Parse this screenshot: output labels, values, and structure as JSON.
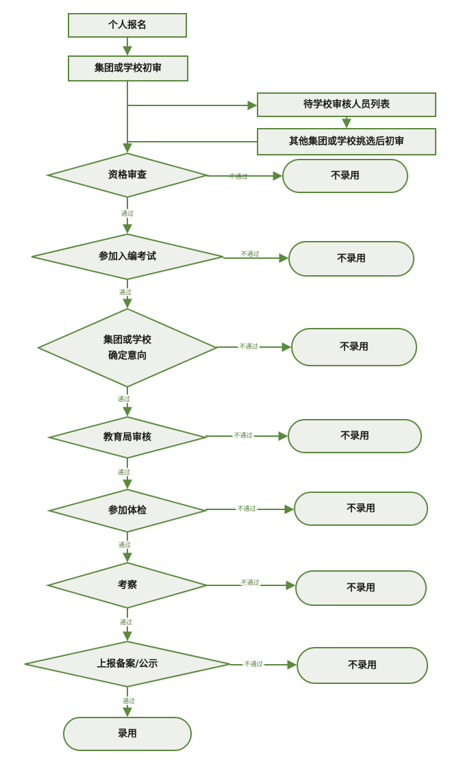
{
  "nodes": {
    "apply": "个人报名",
    "prelim": "集团或学校初审",
    "waitlist": "待学校审核人员列表",
    "other_prelim": "其他集团或学校挑选后初审",
    "qual": "资格审查",
    "exam": "参加入编考试",
    "intent_line1": "集团或学校",
    "intent_line2": "确定意向",
    "bureau": "教育局审核",
    "physical": "参加体检",
    "inspect": "考察",
    "report": "上报备案/公示",
    "hire": "录用"
  },
  "reject_label": "不录用",
  "edge_labels": {
    "pass": "通过",
    "fail": "不通过"
  },
  "colors": {
    "stroke": "#5a8a3c",
    "fill": "#eef0eb",
    "text": "#1a1a1a",
    "edge_text": "#4e7a32"
  }
}
